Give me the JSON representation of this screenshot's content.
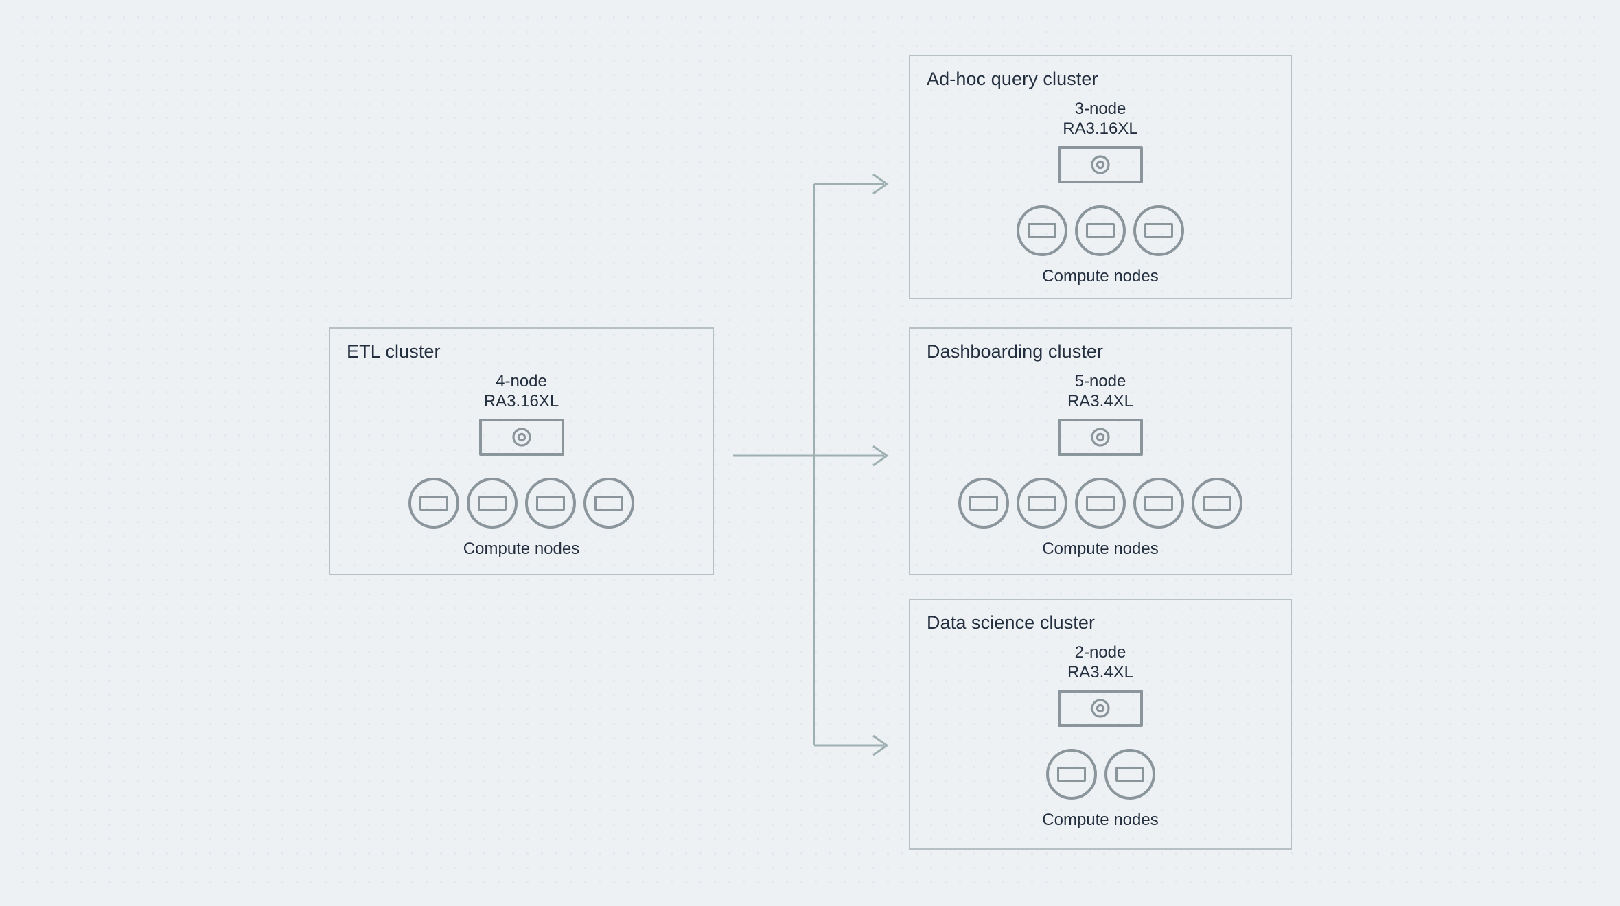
{
  "canvas": {
    "background_color": "#eef1f4",
    "surface_color": "#ffffff",
    "grid_dot_color": "#e2e8ee",
    "box_border_color": "#b6c0c5",
    "icon_color": "#8b959c",
    "text_color": "#232f3e",
    "connector_color": "#9fb0b3"
  },
  "clusters": [
    {
      "id": "etl",
      "title": "ETL cluster",
      "node_count_label": "4-node",
      "node_type_label": "RA3.16XL",
      "compute_label": "Compute nodes",
      "leader_icon": "leader-node-icon",
      "compute_node_icon": "compute-node-icon",
      "compute_nodes": 4
    },
    {
      "id": "adhoc",
      "title": "Ad-hoc query cluster",
      "node_count_label": "3-node",
      "node_type_label": "RA3.16XL",
      "compute_label": "Compute nodes",
      "leader_icon": "leader-node-icon",
      "compute_node_icon": "compute-node-icon",
      "compute_nodes": 3
    },
    {
      "id": "dashboarding",
      "title": "Dashboarding cluster",
      "node_count_label": "5-node",
      "node_type_label": "RA3.4XL",
      "compute_label": "Compute nodes",
      "leader_icon": "leader-node-icon",
      "compute_node_icon": "compute-node-icon",
      "compute_nodes": 5
    },
    {
      "id": "datascience",
      "title": "Data science cluster",
      "node_count_label": "2-node",
      "node_type_label": "RA3.4XL",
      "compute_label": "Compute nodes",
      "leader_icon": "leader-node-icon",
      "compute_node_icon": "compute-node-icon",
      "compute_nodes": 2
    }
  ],
  "connections": [
    {
      "id": "etl-to-adhoc",
      "from": "etl",
      "to": "adhoc",
      "arrow": "arrow-head-icon"
    },
    {
      "id": "etl-to-dashboarding",
      "from": "etl",
      "to": "dashboarding",
      "arrow": "arrow-head-icon"
    },
    {
      "id": "etl-to-datascience",
      "from": "etl",
      "to": "datascience",
      "arrow": "arrow-head-icon"
    }
  ]
}
